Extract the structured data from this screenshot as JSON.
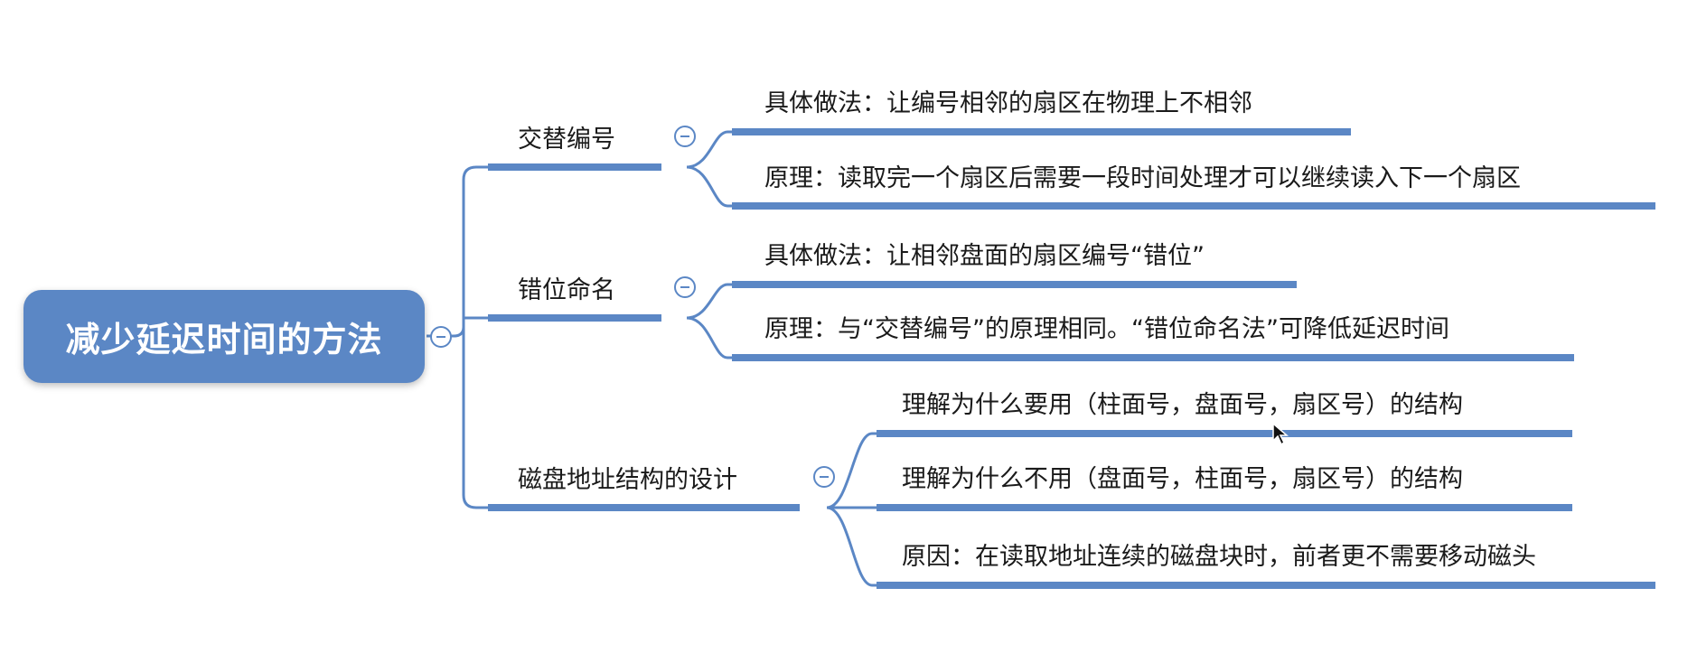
{
  "root": {
    "title": "减少延迟时间的方法"
  },
  "branches": [
    {
      "label": "交替编号",
      "children": [
        "具体做法：让编号相邻的扇区在物理上不相邻",
        "原理：读取完一个扇区后需要一段时间处理才可以继续读入下一个扇区"
      ]
    },
    {
      "label": "错位命名",
      "children": [
        "具体做法：让相邻盘面的扇区编号“错位”",
        "原理：与“交替编号”的原理相同。“错位命名法”可降低延迟时间"
      ]
    },
    {
      "label": "磁盘地址结构的设计",
      "children": [
        "理解为什么要用（柱面号，盘面号，扇区号）的结构",
        "理解为什么不用（盘面号，柱面号，扇区号）的结构",
        "原因：在读取地址连续的磁盘块时，前者更不需要移动磁头"
      ]
    }
  ],
  "colors": {
    "accent": "#5b87c5",
    "text": "#1a1a1a",
    "background": "#ffffff"
  },
  "icons": {
    "collapse": "minus-circle-icon",
    "cursor": "mouse-pointer-icon"
  }
}
